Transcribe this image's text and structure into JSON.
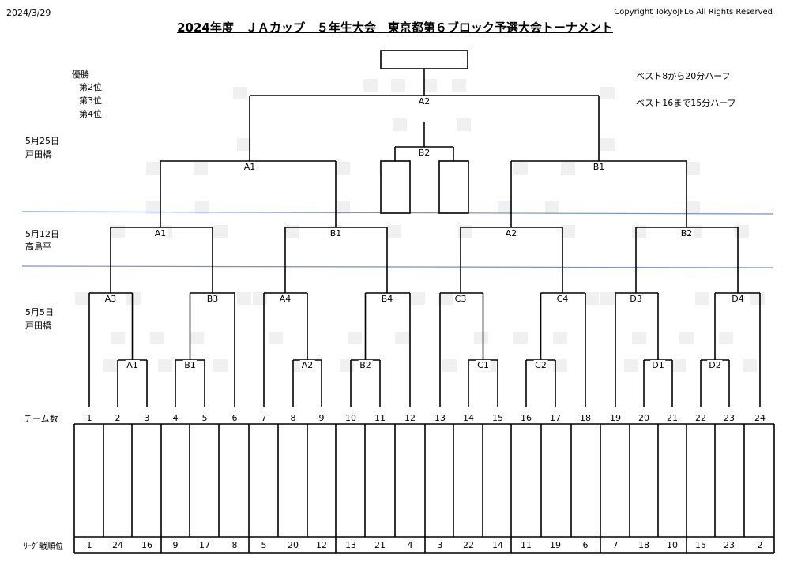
{
  "header": {
    "date": "2024/3/29",
    "copyright": "Copyright TokyoJFL6 All Rights Reserved",
    "title": "2024年度　ＪＡカップ　５年生大会　東京都第６ブロック予選大会トーナメント"
  },
  "results": [
    "優勝",
    "第2位",
    "第3位",
    "第4位"
  ],
  "notes": [
    "ベスト8から20分ハーフ",
    "ベスト16まで15分ハーフ"
  ],
  "rounds": [
    {
      "date": "5月25日",
      "venue": "戸田橋"
    },
    {
      "date": "5月12日",
      "venue": "高島平"
    },
    {
      "date": "5月5日",
      "venue": "戸田橋"
    }
  ],
  "labels": {
    "final": "A2",
    "third_place": "B2",
    "semis": [
      "A1",
      "B1"
    ],
    "quarters": [
      "A1",
      "B1",
      "A2",
      "B2"
    ],
    "r16": [
      "A3",
      "B3",
      "A4",
      "B4",
      "C3",
      "C4",
      "D3",
      "D4"
    ],
    "r1": [
      "A1",
      "B1",
      "A2",
      "B2",
      "C1",
      "C2",
      "D1",
      "D2"
    ]
  },
  "team_count_label": "チーム数",
  "team_numbers": [
    "1",
    "2",
    "3",
    "4",
    "5",
    "6",
    "7",
    "8",
    "9",
    "10",
    "11",
    "12",
    "13",
    "14",
    "15",
    "16",
    "17",
    "18",
    "19",
    "20",
    "21",
    "22",
    "23",
    "24"
  ],
  "league_rank_label": "ﾘｰｸﾞ戦順位",
  "league_ranks": [
    "1",
    "24",
    "16",
    "9",
    "17",
    "8",
    "5",
    "20",
    "12",
    "13",
    "21",
    "4",
    "3",
    "22",
    "14",
    "11",
    "19",
    "6",
    "7",
    "18",
    "10",
    "15",
    "23",
    "2"
  ]
}
